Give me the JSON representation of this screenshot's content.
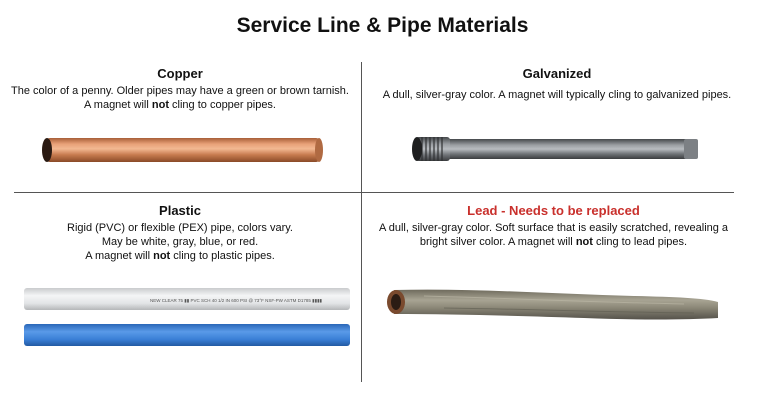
{
  "page_title": "Service Line & Pipe Materials",
  "sections": {
    "copper": {
      "heading": "Copper",
      "line1": "The color of a penny. Older pipes may have a green or brown tarnish.",
      "line2_pre": "A magnet will ",
      "line2_bold": "not",
      "line2_post": " cling to copper pipes."
    },
    "galvanized": {
      "heading": "Galvanized",
      "line1": "A dull, silver-gray color. A magnet will typically cling to galvanized pipes."
    },
    "plastic": {
      "heading": "Plastic",
      "line1": "Rigid (PVC) or flexible (PEX) pipe, colors vary.",
      "line2": "May be white, gray, blue, or red.",
      "line3_pre": "A magnet will ",
      "line3_bold": "not",
      "line3_post": " cling to plastic pipes.",
      "pvc_print": "NEW CLEAR 75 ▮▮ PVC SCH 40 1/2 IN 600 PSI @ 73°F NSF-PW ASTM D1785 ▮▮▮▮"
    },
    "lead": {
      "heading": "Lead - Needs to be replaced",
      "line1": "A dull, silver-gray color.  Soft surface that is easily scratched, revealing a",
      "line2_pre": "bright silver color.  A magnet will ",
      "line2_bold": "not",
      "line2_post": " cling to lead pipes."
    }
  },
  "colors": {
    "copper": "#c77b4f",
    "galvanized": "#6e7276",
    "pvc_white": "#e6e7e8",
    "pex_blue": "#3a7fd6",
    "lead": "#8c8878",
    "lead_heading": "#c9302c",
    "divider": "#555555"
  }
}
